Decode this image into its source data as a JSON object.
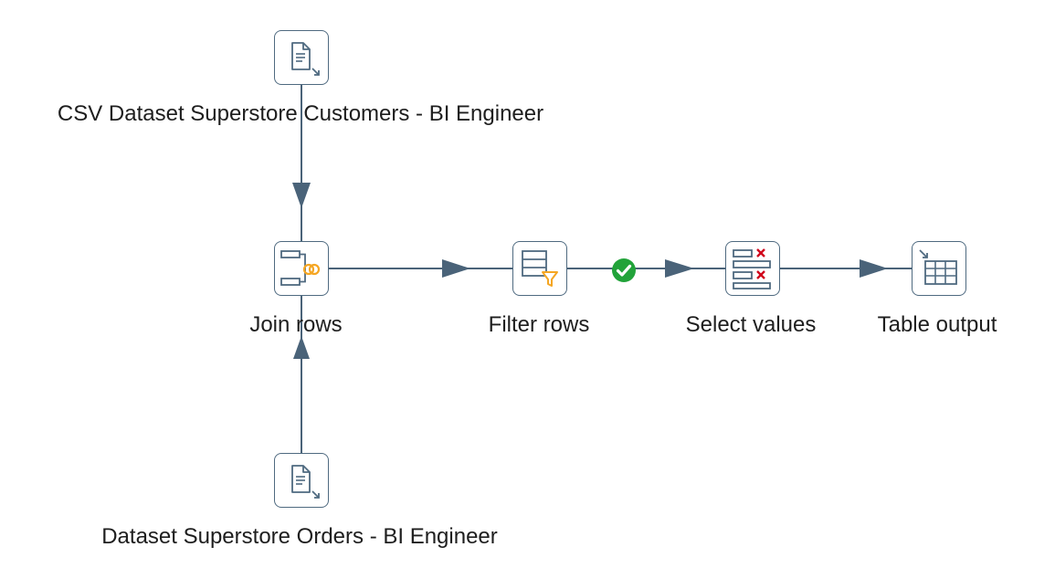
{
  "canvas": {
    "background": "#ffffff",
    "hop_color": "#4a6379",
    "accent_orange": "#f5a623",
    "accent_red": "#d0021b",
    "ok_green": "#22a33a"
  },
  "steps": [
    {
      "id": "csv-customers",
      "label": "CSV Dataset Superstore Customers - BI Engineer",
      "icon": "csv-file-input-icon"
    },
    {
      "id": "join-rows",
      "label": "Join rows",
      "icon": "join-rows-icon"
    },
    {
      "id": "orders",
      "label": "Dataset Superstore Orders - BI Engineer",
      "icon": "csv-file-input-icon"
    },
    {
      "id": "filter-rows",
      "label": "Filter rows",
      "icon": "filter-rows-icon"
    },
    {
      "id": "select-values",
      "label": "Select values",
      "icon": "select-values-icon"
    },
    {
      "id": "table-output",
      "label": "Table output",
      "icon": "table-output-icon"
    }
  ],
  "hops": [
    {
      "from": "csv-customers",
      "to": "join-rows"
    },
    {
      "from": "orders",
      "to": "join-rows"
    },
    {
      "from": "join-rows",
      "to": "filter-rows"
    },
    {
      "from": "filter-rows",
      "to": "select-values",
      "condition": "true",
      "icon": "check-circle-icon"
    },
    {
      "from": "select-values",
      "to": "table-output"
    }
  ]
}
